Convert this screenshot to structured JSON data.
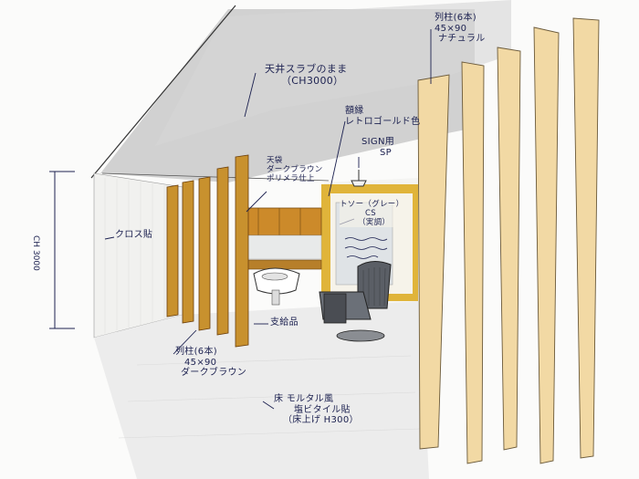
{
  "annotations": {
    "ceiling": {
      "line1": "天井スラブのまま",
      "line2": "（CH3000）"
    },
    "frame": {
      "line1": "額縁",
      "line2": "レトロゴールド色"
    },
    "sign_sp": {
      "line1": "SIGN用",
      "line2": "SP"
    },
    "shelf": {
      "line1": "天袋",
      "line2": "ダークブラウン",
      "line3": "ポリメラ仕上"
    },
    "cloth": "クロス貼",
    "ch_left": {
      "line1": "CH",
      "line2": "3000"
    },
    "tone_glass": {
      "line1": "トソー（グレー）",
      "line2": "CS",
      "line3": "（実調）"
    },
    "support": "支給品",
    "pillars_left": {
      "line1": "列柱(6本)",
      "line2": "45×90",
      "line3": "ダークブラウン"
    },
    "pillars_right": {
      "line1": "列柱(6本)",
      "line2": "45×90",
      "line3": "ナチュラル"
    },
    "floor": {
      "line1": "床 モルタル風",
      "line2": "塩ビタイル貼",
      "line3": "（床上げ H300）"
    }
  },
  "colors": {
    "ink": "#1c2150",
    "ceiling_gray": "#c9c9c9",
    "wood_dark": "#c8912e",
    "wood_light": "#f2d9a4",
    "gold_frame": "#e0b43a",
    "floor": "#ededed"
  }
}
